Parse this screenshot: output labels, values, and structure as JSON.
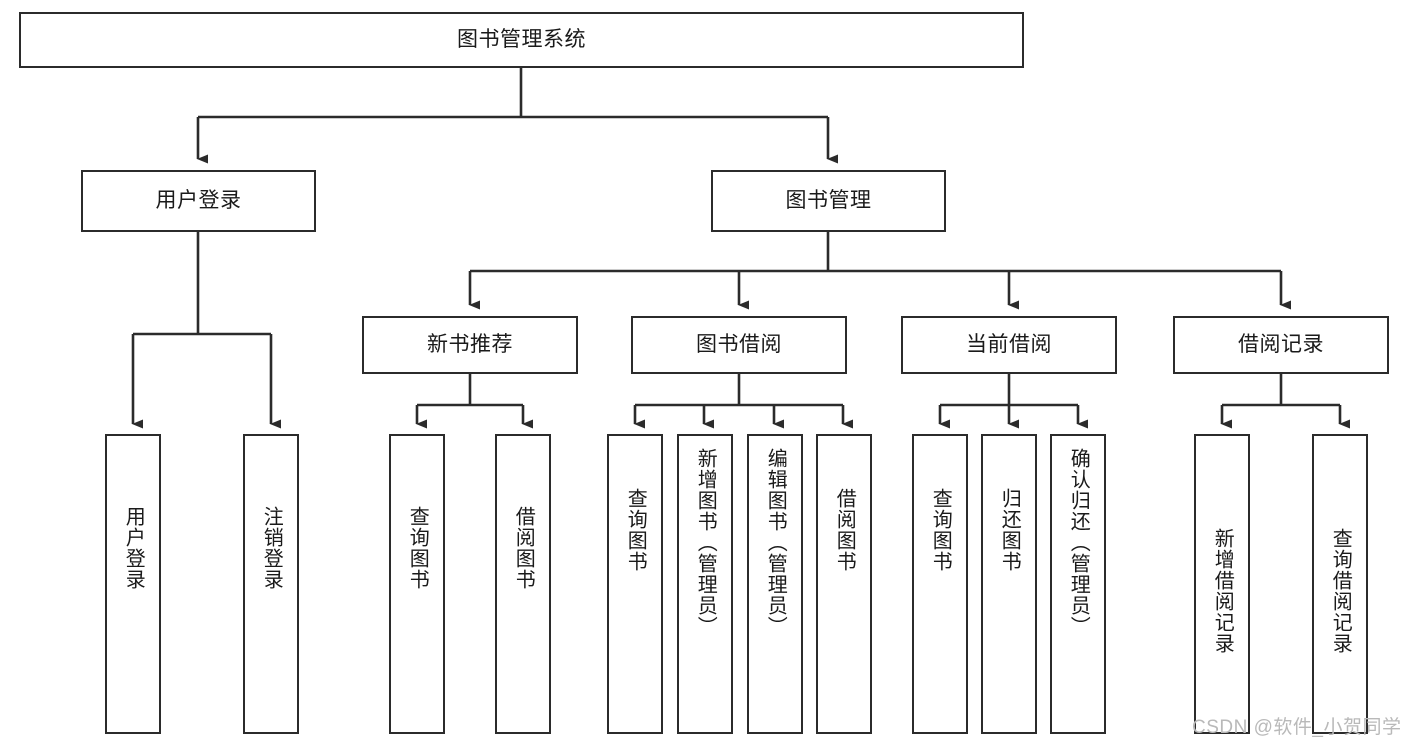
{
  "diagram": {
    "type": "hierarchy-tree",
    "root": {
      "id": "root",
      "label": "图书管理系统"
    },
    "level2": [
      {
        "id": "login",
        "label": "用户登录"
      },
      {
        "id": "bookmgmt",
        "label": "图书管理"
      }
    ],
    "level3": [
      {
        "id": "newbook",
        "label": "新书推荐",
        "parent": "bookmgmt"
      },
      {
        "id": "borrow",
        "label": "图书借阅",
        "parent": "bookmgmt"
      },
      {
        "id": "current",
        "label": "当前借阅",
        "parent": "bookmgmt"
      },
      {
        "id": "record",
        "label": "借阅记录",
        "parent": "bookmgmt"
      }
    ],
    "leaves": {
      "login": [
        {
          "id": "leaf-user-login",
          "label": "用户登录"
        },
        {
          "id": "leaf-user-logout",
          "label": "注销登录"
        }
      ],
      "newbook": [
        {
          "id": "leaf-nb-query",
          "label": "查询图书"
        },
        {
          "id": "leaf-nb-borrow",
          "label": "借阅图书"
        }
      ],
      "borrow": [
        {
          "id": "leaf-bo-query",
          "label": "查询图书"
        },
        {
          "id": "leaf-bo-add",
          "label": "新增图书（管理员）"
        },
        {
          "id": "leaf-bo-edit",
          "label": "编辑图书（管理员）"
        },
        {
          "id": "leaf-bo-borrow",
          "label": "借阅图书"
        }
      ],
      "current": [
        {
          "id": "leaf-cu-query",
          "label": "查询图书"
        },
        {
          "id": "leaf-cu-return",
          "label": "归还图书"
        },
        {
          "id": "leaf-cu-confirm",
          "label": "确认归还（管理员）"
        }
      ],
      "record": [
        {
          "id": "leaf-re-add",
          "label": "新增借阅记录"
        },
        {
          "id": "leaf-re-query",
          "label": "查询借阅记录"
        }
      ]
    }
  },
  "watermark": {
    "text": "CSDN @软件_小贺同学"
  },
  "colors": {
    "box_border": "#2b2b2b",
    "box_fill": "#ffffff",
    "connector": "#2b2b2b",
    "text": "#1a1a1a",
    "watermark": "#b9b9b9"
  }
}
